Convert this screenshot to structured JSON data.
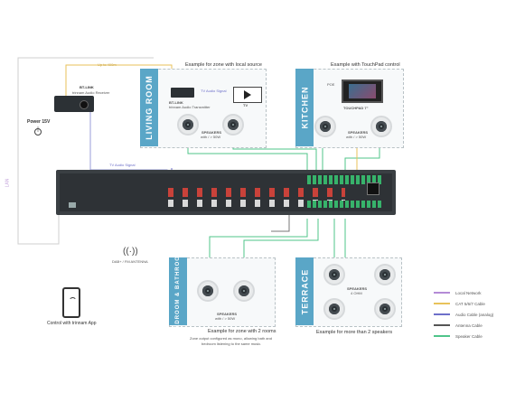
{
  "zones": {
    "living_room": {
      "label": "LIVING ROOM",
      "caption": "Example for zone with local source",
      "speakers_label": "SPEAKERS",
      "speakers_sub": "with / > 50W"
    },
    "kitchen": {
      "label": "KITCHEN",
      "caption": "Example with TouchPad control",
      "speakers_label": "SPEAKERS",
      "speakers_sub": "with / > 50W"
    },
    "bedroom": {
      "label": "BEDROOM & BATHROOM",
      "caption": "Example for zone with 2 rooms",
      "caption2": "Zone output configured as mono, allowing bath and",
      "caption3": "bedroom listening to the same music.",
      "speakers_label": "SPEAKERS",
      "speakers_sub": "with / > 50W"
    },
    "terrace": {
      "label": "TERRACE",
      "caption": "Example for more than 2 speakers",
      "speakers_label": "SPEAKERS",
      "speakers_sub": "4 OHM"
    }
  },
  "devices": {
    "receiver": {
      "name": "BT-LINK",
      "sub": "trinnam Audio Receiver"
    },
    "transmitter": {
      "name": "BT-LINK",
      "sub": "trinnam Audio Transmitter"
    },
    "tv": {
      "name": "TV"
    },
    "touchpad": {
      "name": "TOUCHPAD 7\"",
      "brand": "POE"
    },
    "power": {
      "label": "Power 15V"
    },
    "antenna": {
      "label": "DAB+ / FM ANTENNA"
    },
    "app": {
      "label": "Control with trinnam App"
    },
    "lan": {
      "label": "LAN"
    }
  },
  "cables": {
    "upto": "Up to 400m",
    "tv_audio_top": "TV Audio Signal",
    "tv_audio_mid": "TV Audio Signal"
  },
  "legend": [
    {
      "label": "Local Network",
      "color": "#b48bd6"
    },
    {
      "label": "CAT 5/6/7 Cable",
      "color": "#e8c25a"
    },
    {
      "label": "Audio Cable (analog)",
      "color": "#6d6fc9"
    },
    {
      "label": "Antenna Cable",
      "color": "#555555"
    },
    {
      "label": "Speaker Cable",
      "color": "#4fc48a"
    }
  ]
}
